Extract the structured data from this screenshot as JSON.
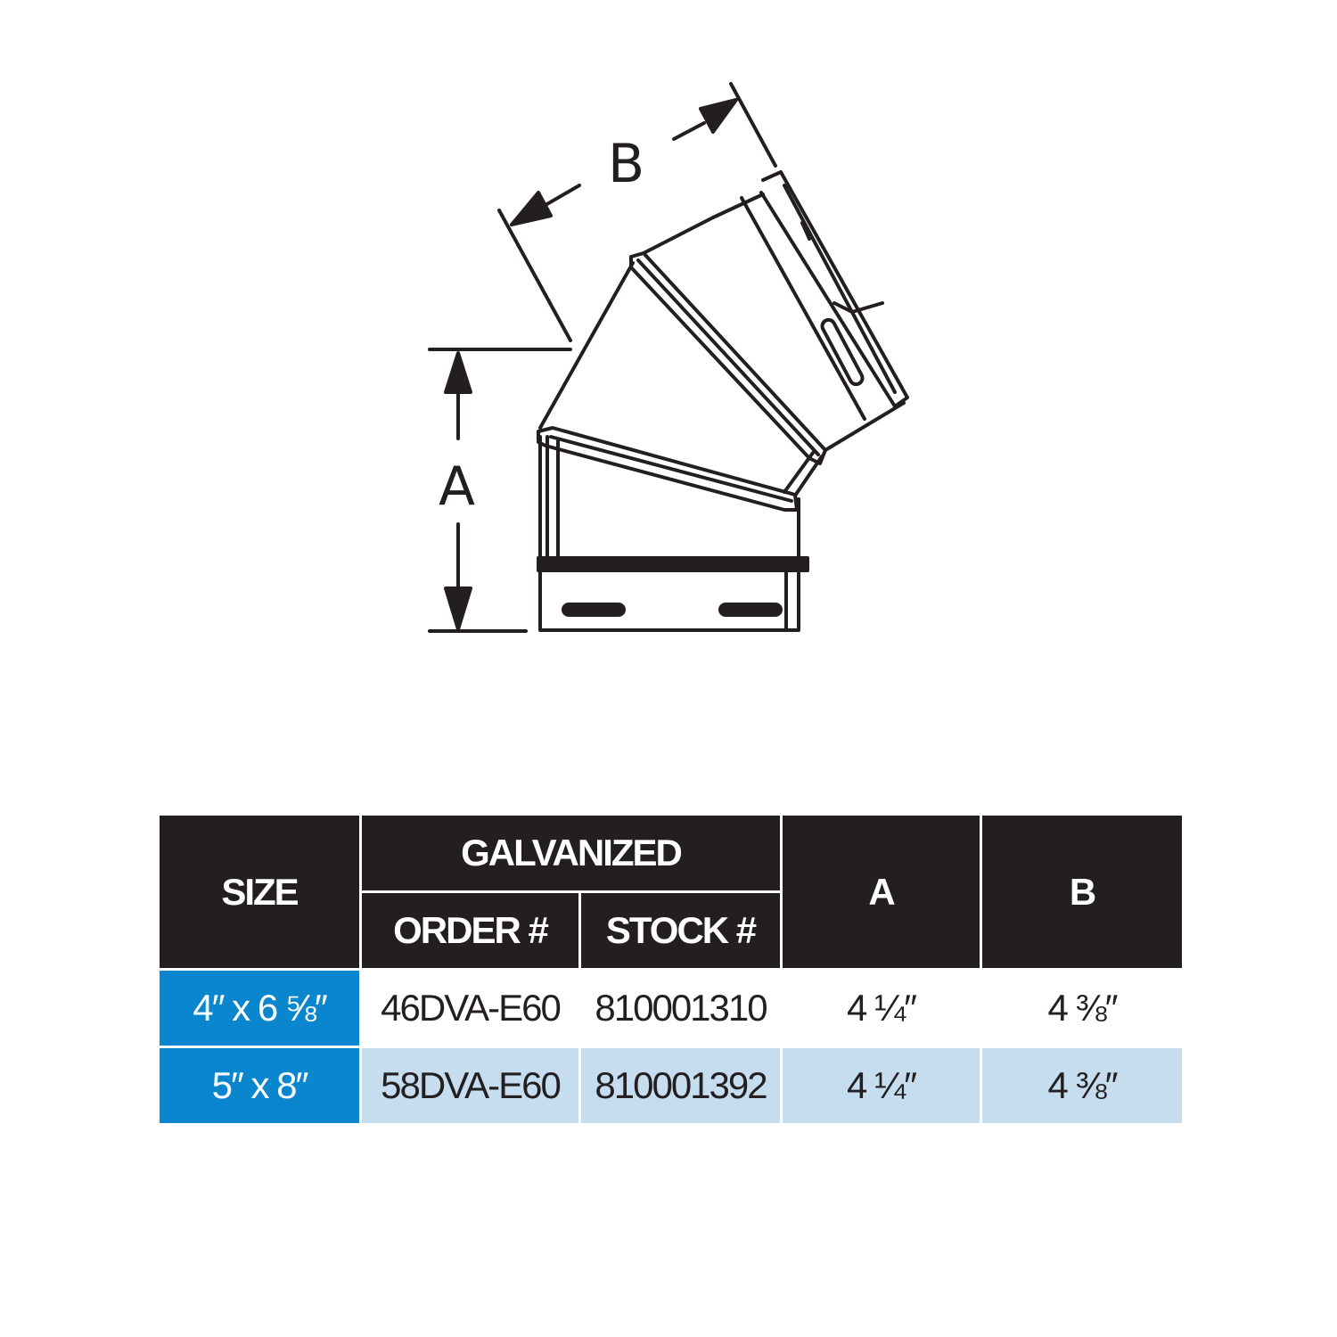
{
  "diagram": {
    "title": "60-degree elbow dimension diagram",
    "dimension_labels": {
      "a": "A",
      "b": "B"
    },
    "colors": {
      "stroke": "#231f20"
    }
  },
  "table": {
    "headers": {
      "size": "SIZE",
      "group": "GALVANIZED",
      "order": "ORDER #",
      "stock": "STOCK #",
      "a": "A",
      "b": "B"
    },
    "rows": [
      {
        "size": "4″ x 6 ⅝″",
        "order": "46DVA-E60",
        "stock": "810001310",
        "a": "4 ¼″",
        "b": "4 ⅜″"
      },
      {
        "size": "5″ x 8″",
        "order": "58DVA-E60",
        "stock": "810001392",
        "a": "4 ¼″",
        "b": "4 ⅜″"
      }
    ],
    "colors": {
      "header_bg": "#231f20",
      "size_bg": "#0a86cf",
      "alt_row_bg": "#c6ddf0"
    }
  }
}
